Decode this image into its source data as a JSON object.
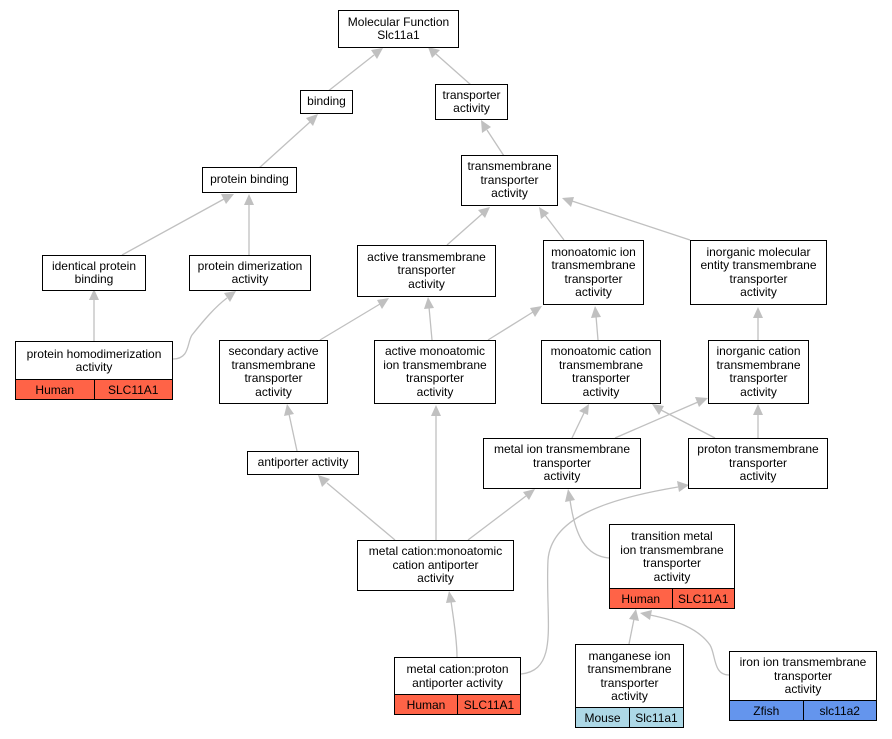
{
  "nodes": {
    "mf": {
      "label": "Molecular Function\nSlc11a1"
    },
    "binding": {
      "label": "binding"
    },
    "transporter": {
      "label": "transporter\nactivity"
    },
    "protein_binding": {
      "label": "protein binding"
    },
    "tm_transporter": {
      "label": "transmembrane\ntransporter\nactivity"
    },
    "identical_protein_binding": {
      "label": "identical protein\nbinding"
    },
    "protein_dimerization": {
      "label": "protein dimerization\nactivity"
    },
    "active_tm": {
      "label": "active transmembrane\ntransporter\nactivity"
    },
    "monoatomic_ion_tm": {
      "label": "monoatomic ion\ntransmembrane\ntransporter\nactivity"
    },
    "inorganic_molecular_tm": {
      "label": "inorganic molecular\nentity transmembrane\ntransporter\nactivity"
    },
    "protein_homodimerization": {
      "label": "protein homodimerization\nactivity",
      "species": "Human",
      "gene": "SLC11A1"
    },
    "secondary_active_tm": {
      "label": "secondary active\ntransmembrane\ntransporter\nactivity"
    },
    "active_monoatomic_ion_tm": {
      "label": "active monoatomic\nion transmembrane\ntransporter\nactivity"
    },
    "monoatomic_cation_tm": {
      "label": "monoatomic cation\ntransmembrane\ntransporter\nactivity"
    },
    "inorganic_cation_tm": {
      "label": "inorganic cation\ntransmembrane\ntransporter\nactivity"
    },
    "antiporter": {
      "label": "antiporter activity"
    },
    "metal_ion_tm": {
      "label": "metal ion transmembrane\ntransporter\nactivity"
    },
    "proton_tm": {
      "label": "proton transmembrane\ntransporter\nactivity"
    },
    "metal_cation_monoatomic_antiporter": {
      "label": "metal cation:monoatomic\ncation antiporter\nactivity"
    },
    "transition_metal_ion_tm": {
      "label": "transition metal\nion transmembrane\ntransporter\nactivity",
      "species": "Human",
      "gene": "SLC11A1"
    },
    "metal_cation_proton_antiporter": {
      "label": "metal cation:proton\nantiporter activity",
      "species": "Human",
      "gene": "SLC11A1"
    },
    "manganese_ion_tm": {
      "label": "manganese ion\ntransmembrane\ntransporter\nactivity",
      "species": "Mouse",
      "gene": "Slc11a1"
    },
    "iron_ion_tm": {
      "label": "iron ion transmembrane\ntransporter\nactivity",
      "species": "Zfish",
      "gene": "slc11a2"
    }
  },
  "edges": [
    [
      "binding",
      "mf"
    ],
    [
      "transporter",
      "mf"
    ],
    [
      "protein_binding",
      "binding"
    ],
    [
      "tm_transporter",
      "transporter"
    ],
    [
      "identical_protein_binding",
      "protein_binding"
    ],
    [
      "protein_dimerization",
      "protein_binding"
    ],
    [
      "active_tm",
      "tm_transporter"
    ],
    [
      "monoatomic_ion_tm",
      "tm_transporter"
    ],
    [
      "inorganic_molecular_tm",
      "tm_transporter"
    ],
    [
      "protein_homodimerization",
      "identical_protein_binding"
    ],
    [
      "protein_homodimerization",
      "protein_dimerization"
    ],
    [
      "secondary_active_tm",
      "active_tm"
    ],
    [
      "active_monoatomic_ion_tm",
      "active_tm"
    ],
    [
      "active_monoatomic_ion_tm",
      "monoatomic_ion_tm"
    ],
    [
      "monoatomic_cation_tm",
      "monoatomic_ion_tm"
    ],
    [
      "inorganic_cation_tm",
      "inorganic_molecular_tm"
    ],
    [
      "antiporter",
      "secondary_active_tm"
    ],
    [
      "metal_ion_tm",
      "monoatomic_cation_tm"
    ],
    [
      "metal_ion_tm",
      "inorganic_cation_tm"
    ],
    [
      "proton_tm",
      "monoatomic_cation_tm"
    ],
    [
      "proton_tm",
      "inorganic_cation_tm"
    ],
    [
      "metal_cation_monoatomic_antiporter",
      "antiporter"
    ],
    [
      "metal_cation_monoatomic_antiporter",
      "active_monoatomic_ion_tm"
    ],
    [
      "metal_cation_monoatomic_antiporter",
      "metal_ion_tm"
    ],
    [
      "transition_metal_ion_tm",
      "metal_ion_tm"
    ],
    [
      "metal_cation_proton_antiporter",
      "metal_cation_monoatomic_antiporter"
    ],
    [
      "metal_cation_proton_antiporter",
      "proton_tm"
    ],
    [
      "manganese_ion_tm",
      "transition_metal_ion_tm"
    ],
    [
      "iron_ion_tm",
      "transition_metal_ion_tm"
    ]
  ],
  "colors": {
    "edge": "#c0c0c0",
    "Human": "#ff6347",
    "Mouse": "#add8e6",
    "Zfish": "#6495ed"
  }
}
